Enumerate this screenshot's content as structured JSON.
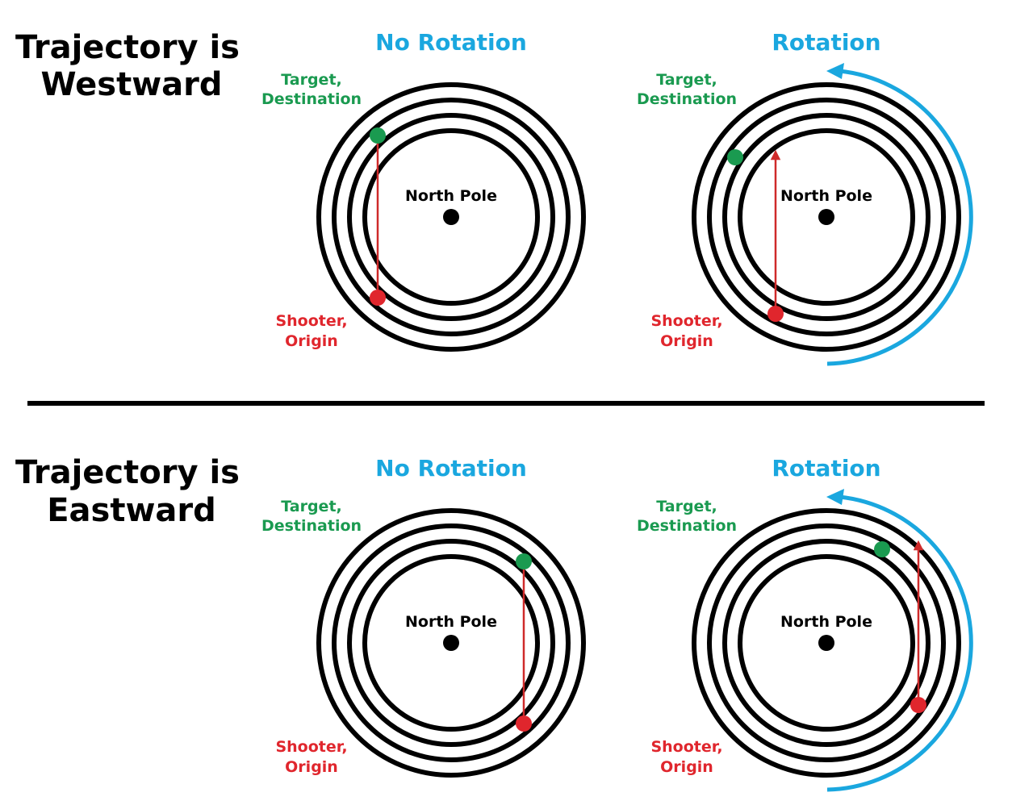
{
  "colors": {
    "ring": "#000000",
    "title": "#1aa7df",
    "target": "#1a9a50",
    "shooter": "#e0262d",
    "trajectory": "#cf2a2a",
    "rotation_arrow": "#1aa7df",
    "divider": "#000000"
  },
  "sections": [
    {
      "heading_line1": "Trajectory is",
      "heading_line2": "Westward",
      "panels": [
        {
          "title": "No Rotation",
          "target_label_1": "Target,",
          "target_label_2": "Destination",
          "pole_label": "North Pole",
          "shooter_label_1": "Shooter,",
          "shooter_label_2": "Origin"
        },
        {
          "title": "Rotation",
          "target_label_1": "Target,",
          "target_label_2": "Destination",
          "pole_label": "North Pole",
          "shooter_label_1": "Shooter,",
          "shooter_label_2": "Origin"
        }
      ]
    },
    {
      "heading_line1": "Trajectory is",
      "heading_line2": "Eastward",
      "panels": [
        {
          "title": "No Rotation",
          "target_label_1": "Target,",
          "target_label_2": "Destination",
          "pole_label": "North Pole",
          "shooter_label_1": "Shooter,",
          "shooter_label_2": "Origin"
        },
        {
          "title": "Rotation",
          "target_label_1": "Target,",
          "target_label_2": "Destination",
          "pole_label": "North Pole",
          "shooter_label_1": "Shooter,",
          "shooter_label_2": "Origin"
        }
      ]
    }
  ],
  "icons": {
    "pole": "north-pole-dot",
    "target": "target-dot",
    "shooter": "shooter-dot",
    "rotation": "rotation-arrow"
  }
}
